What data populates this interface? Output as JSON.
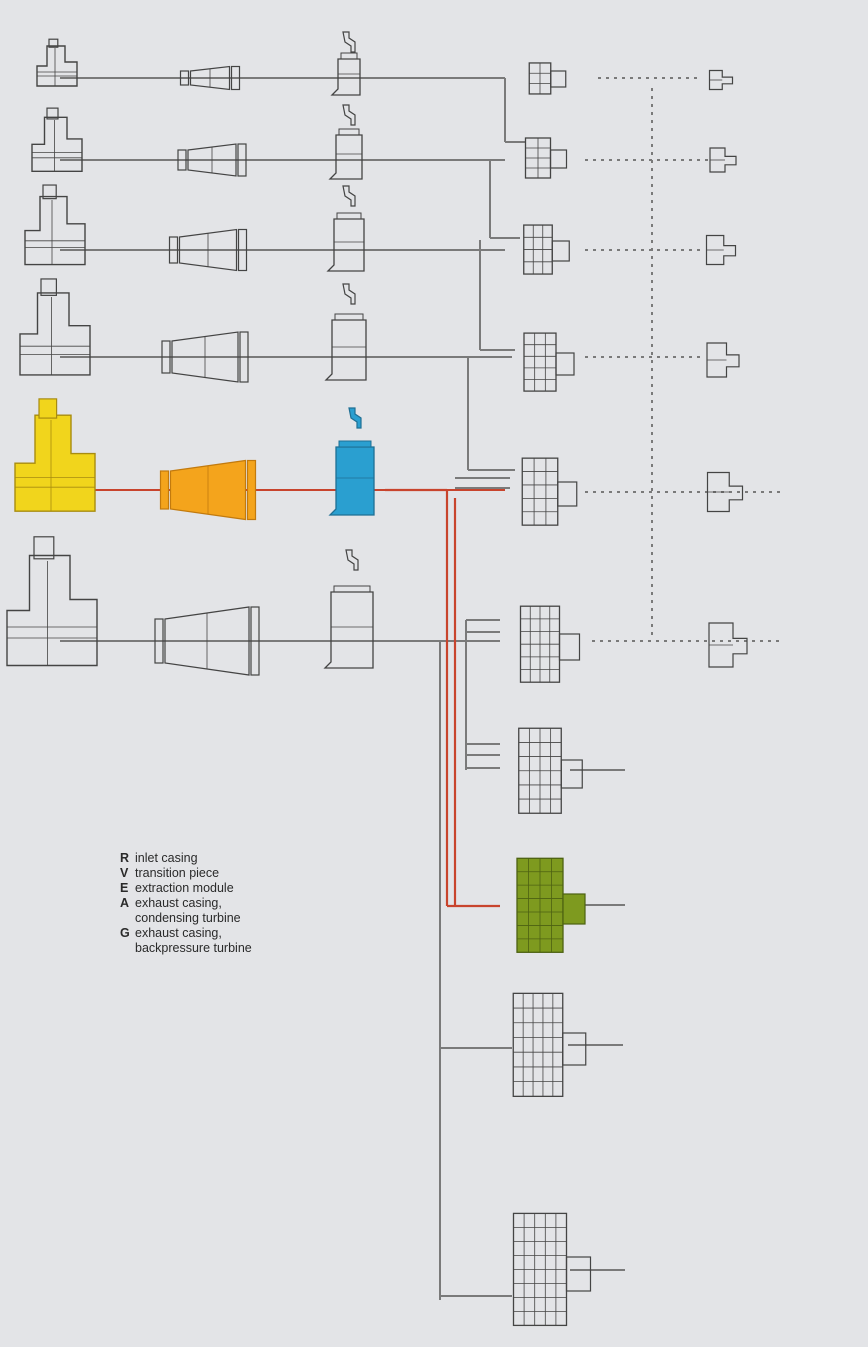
{
  "colors": {
    "background": "#e3e4e7",
    "line": "#7a7a7a",
    "drawing": "#444444",
    "highlight_path": "#c8442d",
    "inlet_casing": "#f1d51c",
    "transition_piece": "#f4a41c",
    "extraction_module": "#2a9fd0",
    "exhaust_casing": "#7e9a1f"
  },
  "highlighted_combination": [
    "inlet_casing",
    "transition_piece",
    "extraction_module",
    "exhaust_casing"
  ],
  "legend": [
    {
      "key": "R",
      "text": "inlet casing"
    },
    {
      "key": "V",
      "text": "transition piece"
    },
    {
      "key": "E",
      "text": "extraction module"
    },
    {
      "key": "A",
      "text": "exhaust casing,\ncondensing turbine"
    },
    {
      "key": "G",
      "text": "exhaust casing,\nbackpressure turbine"
    }
  ],
  "component_rows": [
    {
      "size": 1,
      "highlighted": false
    },
    {
      "size": 2,
      "highlighted": false
    },
    {
      "size": 3,
      "highlighted": false
    },
    {
      "size": 4,
      "highlighted": false
    },
    {
      "size": 5,
      "highlighted": true
    },
    {
      "size": 6,
      "highlighted": false
    }
  ],
  "exhaust_casings": [
    {
      "size": 1,
      "highlighted": false
    },
    {
      "size": 2,
      "highlighted": false
    },
    {
      "size": 3,
      "highlighted": false
    },
    {
      "size": 4,
      "highlighted": false
    },
    {
      "size": 5,
      "highlighted": false
    },
    {
      "size": 6,
      "highlighted": false
    },
    {
      "size": 7,
      "highlighted": false
    },
    {
      "size": 8,
      "highlighted": true
    },
    {
      "size": 9,
      "highlighted": false
    },
    {
      "size": 10,
      "highlighted": false
    }
  ],
  "backpressure_casings": [
    {
      "size": 1
    },
    {
      "size": 2
    },
    {
      "size": 3
    },
    {
      "size": 4
    },
    {
      "size": 5
    },
    {
      "size": 6
    }
  ]
}
